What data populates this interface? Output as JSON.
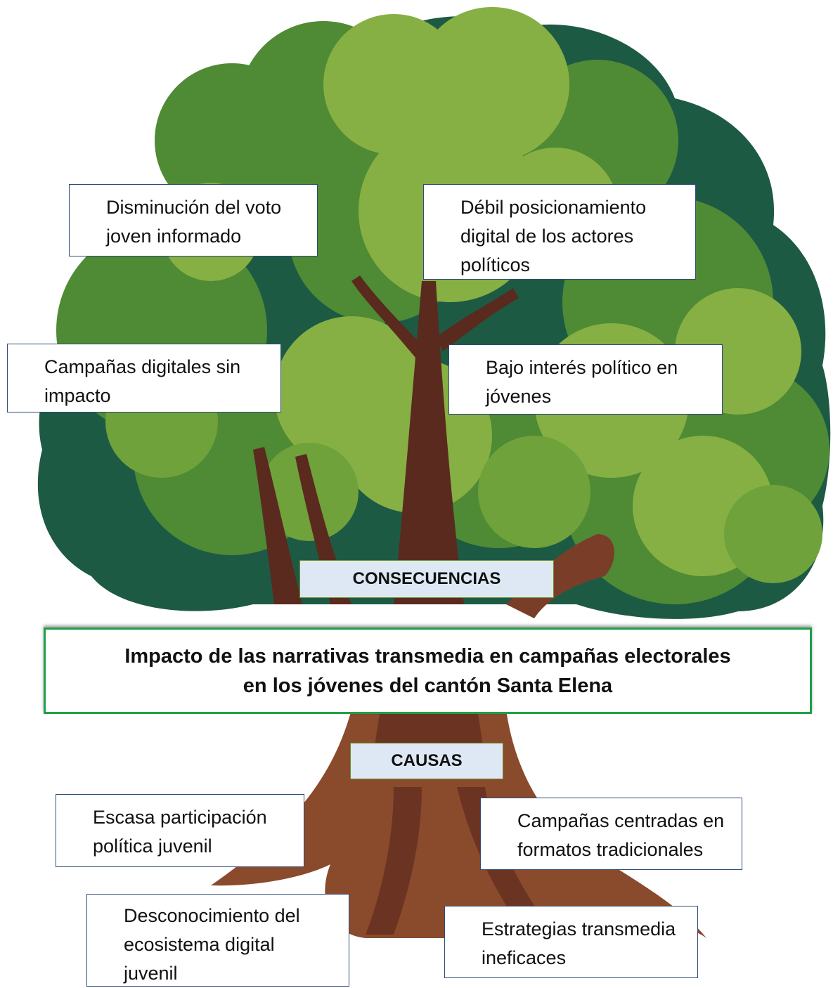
{
  "colors": {
    "foliage_dark": "#1d5a44",
    "foliage_mid": "#4f8a35",
    "foliage_light": "#86b043",
    "trunk": "#5a2a1e",
    "root": "#8a4a2c",
    "label_fill": "#dde8f4",
    "main_border": "#1fa046",
    "box_border": "#2f4a7a"
  },
  "labels": {
    "consequences": "CONSECUENCIAS",
    "causes": "CAUSAS"
  },
  "problem": {
    "line1": "Impacto de las narrativas transmedia en campañas electorales",
    "line2": "en los jóvenes del cantón Santa Elena"
  },
  "consequences": [
    {
      "lines": [
        "Disminución del voto",
        "joven informado"
      ]
    },
    {
      "lines": [
        "Débil posicionamiento",
        "digital de los actores",
        "políticos"
      ]
    },
    {
      "lines": [
        "Campañas digitales sin",
        "impacto"
      ]
    },
    {
      "lines": [
        "Bajo interés político en",
        "jóvenes"
      ]
    }
  ],
  "causes": [
    {
      "lines": [
        "Escasa participación",
        "política juvenil"
      ]
    },
    {
      "lines": [
        "Campañas centradas en",
        "formatos tradicionales"
      ]
    },
    {
      "lines": [
        "Desconocimiento del",
        "ecosistema digital",
        "juvenil"
      ]
    },
    {
      "lines": [
        "Estrategias transmedia",
        "ineficaces"
      ]
    }
  ]
}
